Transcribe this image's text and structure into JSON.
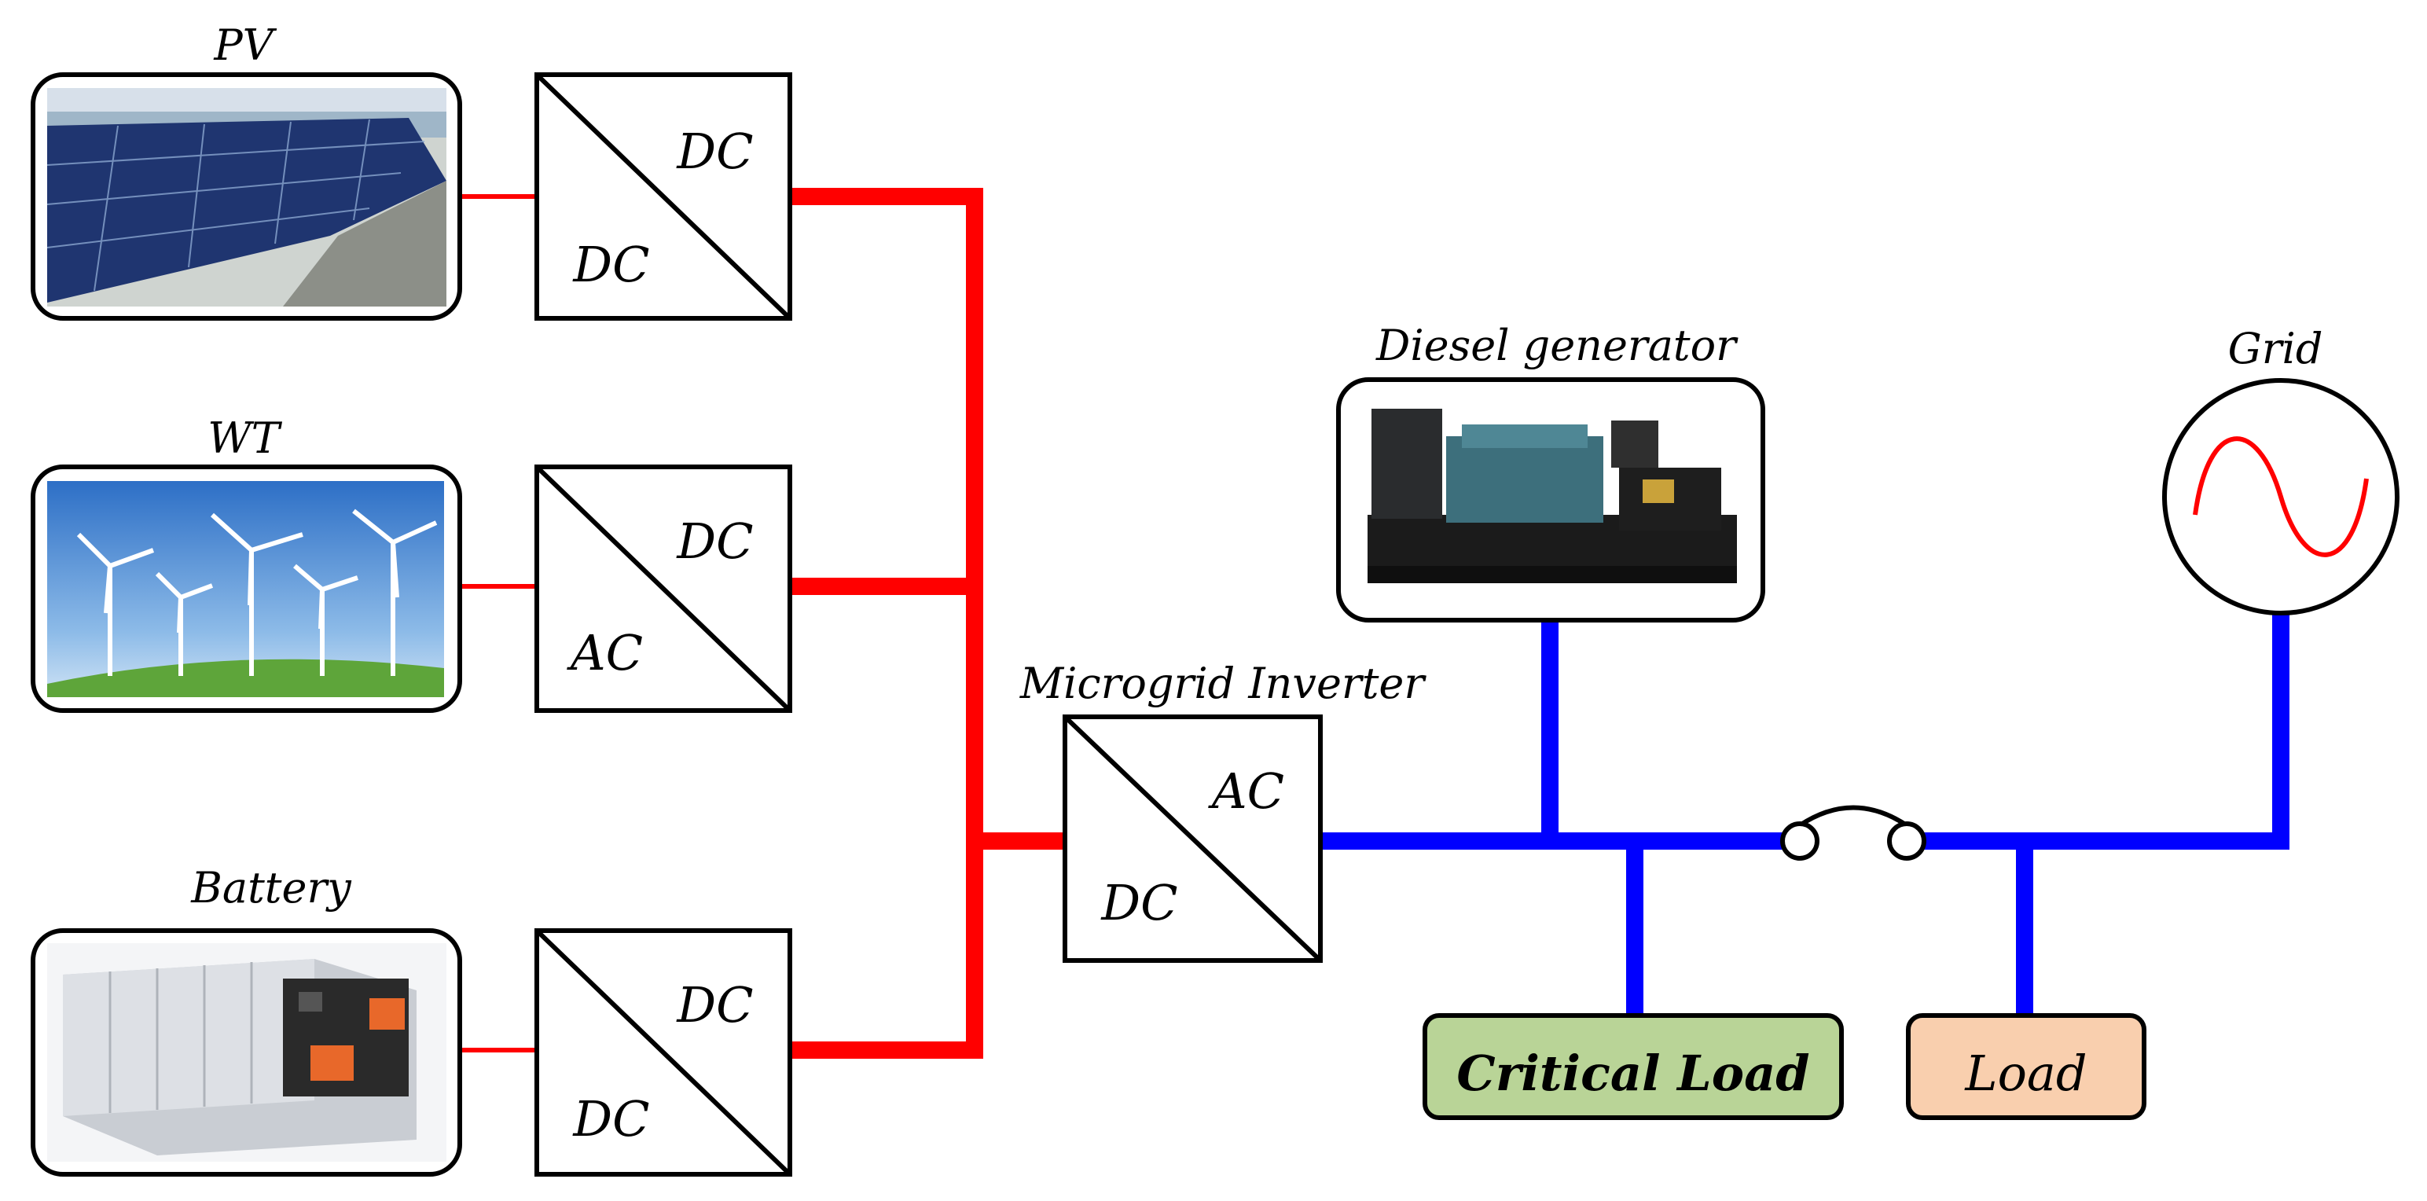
{
  "sources": {
    "pv": {
      "label": "PV"
    },
    "wt": {
      "label": "WT"
    },
    "battery": {
      "label": "Battery"
    }
  },
  "converters": {
    "pv": {
      "top": "DC",
      "bottom": "DC"
    },
    "wt": {
      "top": "DC",
      "bottom": "AC"
    },
    "battery": {
      "top": "DC",
      "bottom": "DC"
    },
    "microgrid": {
      "label": "Microgrid Inverter",
      "top": "AC",
      "bottom": "DC"
    }
  },
  "diesel": {
    "label": "Diesel generator"
  },
  "grid": {
    "label": "Grid"
  },
  "loads": {
    "critical": {
      "label": "Critical Load",
      "color": "#b9d497"
    },
    "load": {
      "label": "Load",
      "color": "#f9cfae"
    }
  },
  "colors": {
    "dc_bus": "#ff0000",
    "ac_bus": "#0000ff",
    "sine": "#ff0000"
  }
}
